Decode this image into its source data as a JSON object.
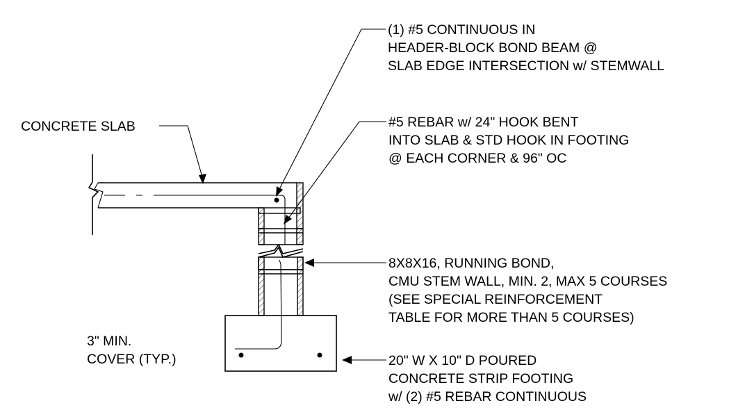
{
  "labels": {
    "concrete_slab": "CONCRETE SLAB",
    "bond_beam": [
      "(1) #5 CONTINUOUS IN",
      "HEADER-BLOCK BOND BEAM @",
      "SLAB EDGE INTERSECTION w/ STEMWALL"
    ],
    "rebar_hook": [
      "#5 REBAR w/ 24\" HOOK BENT",
      "INTO SLAB & STD HOOK IN FOOTING",
      "@ EACH CORNER & 96\" OC"
    ],
    "cmu_wall": [
      "8X8X16, RUNNING BOND,",
      "CMU STEM WALL, MIN. 2, MAX 5 COURSES",
      "(SEE SPECIAL REINFORCEMENT",
      "TABLE FOR MORE THAN 5 COURSES)"
    ],
    "cover": [
      "3\" MIN.",
      "COVER (TYP.)"
    ],
    "footing": [
      "20\" W X 10\" D POURED",
      "CONCRETE STRIP FOOTING",
      "w/ (2) #5 REBAR CONTINUOUS"
    ]
  }
}
